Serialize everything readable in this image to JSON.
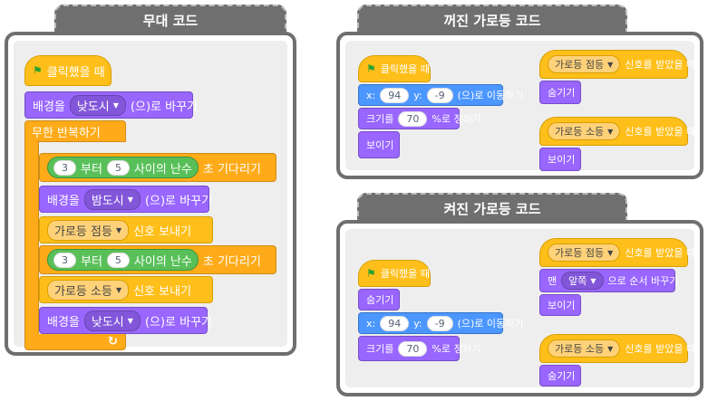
{
  "tabs": {
    "stage": "무대 코드",
    "off_light": "꺼진 가로등 코드",
    "on_light": "켜진 가로등 코드"
  },
  "stage": {
    "hat": "클릭했을 때",
    "backdrop1": {
      "prefix": "배경을",
      "value": "낮도시",
      "suffix": "(으)로 바꾸기"
    },
    "forever": "무한 반복하기",
    "wait1": {
      "from": "3",
      "from_label": "부터",
      "to": "5",
      "to_label": "사이의 난수",
      "suffix": "초 기다리기"
    },
    "backdrop2": {
      "prefix": "배경을",
      "value": "밤도시",
      "suffix": "(으)로 바꾸기"
    },
    "broadcast1": {
      "value": "가로등 점등",
      "suffix": "신호 보내기"
    },
    "wait2": {
      "from": "3",
      "from_label": "부터",
      "to": "5",
      "to_label": "사이의 난수",
      "suffix": "초 기다리기"
    },
    "broadcast2": {
      "value": "가로등 소등",
      "suffix": "신호 보내기"
    },
    "backdrop3": {
      "prefix": "배경을",
      "value": "낮도시",
      "suffix": "(으)로 바꾸기"
    },
    "loop_icon": "↻"
  },
  "off": {
    "hat": "클릭했을 때",
    "goto": {
      "x_label": "x:",
      "x": "94",
      "y_label": "y:",
      "y": "-9",
      "suffix": "(으)로 이동하기"
    },
    "size": {
      "prefix": "크기를",
      "value": "70",
      "suffix": "%로 정하기"
    },
    "show": "보이기",
    "recv1": {
      "value": "가로등 점등",
      "suffix": "신호를 받았을 때"
    },
    "hide": "숨기기",
    "recv2": {
      "value": "가로등 소등",
      "suffix": "신호를 받았을 때"
    },
    "show2": "보이기"
  },
  "on": {
    "hat": "클릭했을 때",
    "hide": "숨기기",
    "goto": {
      "x_label": "x:",
      "x": "94",
      "y_label": "y:",
      "y": "-9",
      "suffix": "(으)로 이동하기"
    },
    "size": {
      "prefix": "크기를",
      "value": "70",
      "suffix": "%로 정하기"
    },
    "recv1": {
      "value": "가로등 점등",
      "suffix": "신호를 받았을 때"
    },
    "layer": {
      "prefix": "맨",
      "value": "앞쪽",
      "suffix": "으로 순서 바꾸기"
    },
    "show": "보이기",
    "recv2": {
      "value": "가로등 소등",
      "suffix": "신호를 받았을 때"
    },
    "hide2": "숨기기"
  },
  "colors": {
    "events": "#ffbf1a",
    "control": "#ffab19",
    "looks": "#9966ff",
    "motion": "#4c97ff",
    "operators": "#59c059",
    "panel": "#6f6f6f"
  }
}
